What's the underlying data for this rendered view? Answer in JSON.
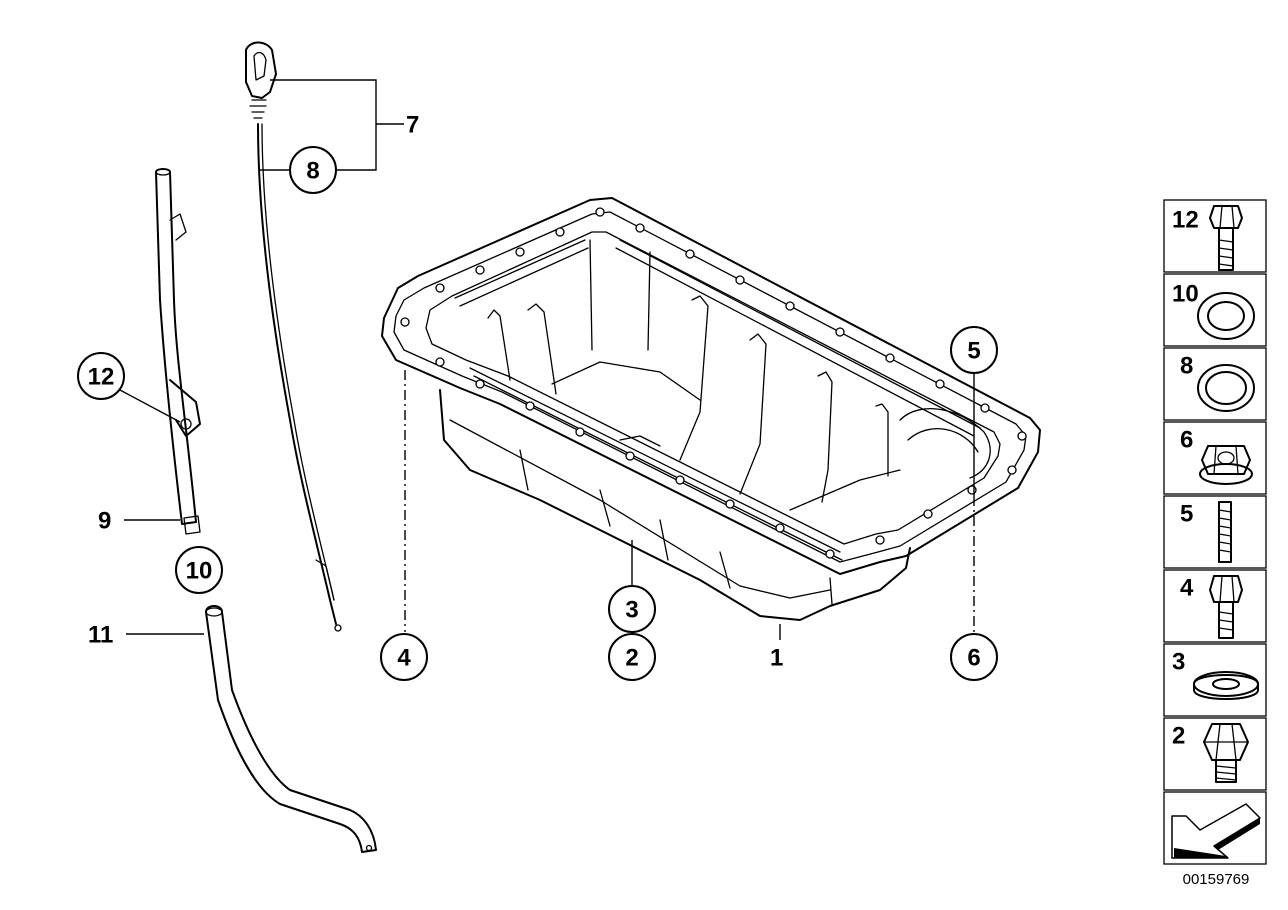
{
  "diagram": {
    "callouts": [
      {
        "id": "c8",
        "label": "8"
      },
      {
        "id": "c12",
        "label": "12"
      },
      {
        "id": "c10",
        "label": "10"
      },
      {
        "id": "c5",
        "label": "5"
      },
      {
        "id": "c3",
        "label": "3"
      },
      {
        "id": "c2",
        "label": "2"
      },
      {
        "id": "c4",
        "label": "4"
      },
      {
        "id": "c6",
        "label": "6"
      }
    ],
    "plain_labels": [
      {
        "id": "l7",
        "label": "7"
      },
      {
        "id": "l9",
        "label": "9"
      },
      {
        "id": "l11",
        "label": "11"
      },
      {
        "id": "l1",
        "label": "1"
      }
    ],
    "legend": [
      {
        "label": "12",
        "icon": "hex-bolt-long-icon"
      },
      {
        "label": "10",
        "icon": "sealing-ring-icon"
      },
      {
        "label": "8",
        "icon": "o-ring-icon"
      },
      {
        "label": "6",
        "icon": "flange-nut-icon"
      },
      {
        "label": "5",
        "icon": "stud-icon"
      },
      {
        "label": "4",
        "icon": "hex-bolt-icon"
      },
      {
        "label": "3",
        "icon": "washer-icon"
      },
      {
        "label": "2",
        "icon": "drain-plug-icon"
      },
      {
        "label": "",
        "icon": "direction-arrow-icon"
      }
    ],
    "document_number": "00159769"
  }
}
